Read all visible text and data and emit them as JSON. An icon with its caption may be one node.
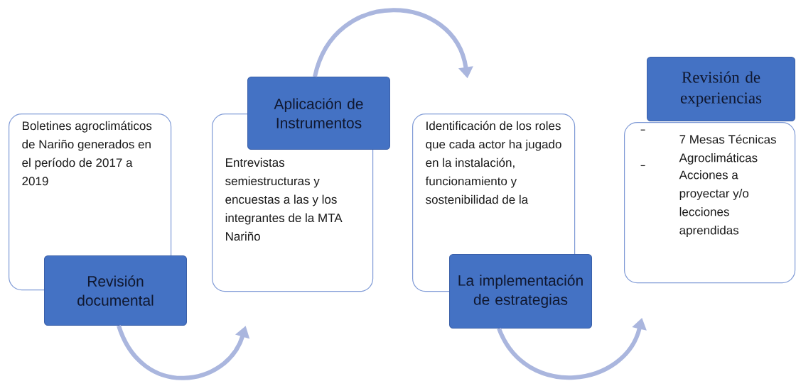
{
  "diagram": {
    "nodes": [
      {
        "text": [
          "Boletines agroclimáticos de Nariño generados en el período de 2017 a 2019"
        ]
      },
      {
        "text": [
          "Revisión documental"
        ]
      },
      {
        "text": [
          "Aplicación de Instrumentos"
        ]
      },
      {
        "text": [
          "Entrevistas semiestructuras y encuestas a las y los integrantes de la MTA Nariño"
        ]
      },
      {
        "text": [
          "Identificación de los roles que cada actor ha jugado en la instalación, funcionamiento y sostenibilidad de la"
        ]
      },
      {
        "text": [
          "La implementación de estrategias"
        ]
      },
      {
        "text": [
          "Revisión de experiencias"
        ]
      },
      {
        "text": [
          "7 Mesas Técnicas Agroclimáticas",
          "Acciones a proyectar y/o lecciones aprendidas"
        ]
      }
    ],
    "edges": [
      {
        "from": 1,
        "to": 3,
        "arrow": "to"
      },
      {
        "from": 2,
        "to": 4,
        "arrow": "to"
      },
      {
        "from": 5,
        "to": 7,
        "arrow": "to"
      }
    ]
  }
}
